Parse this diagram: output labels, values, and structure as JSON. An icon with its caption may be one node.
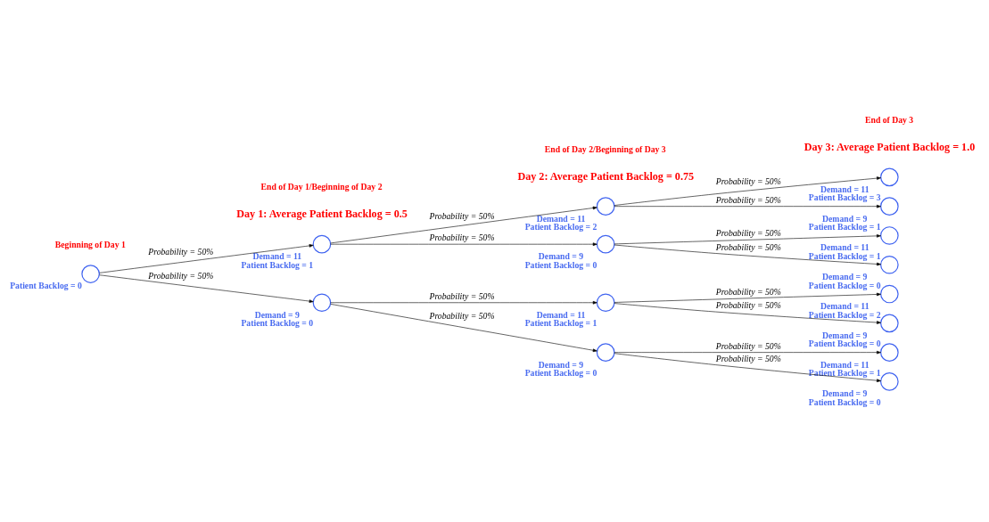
{
  "diagram": {
    "nodes": [
      {
        "text": [],
        "shape": "circle",
        "beside": [
          "Patient Backlog = 0"
        ]
      },
      {
        "text": [],
        "shape": "circle",
        "beside": [
          "Demand = 11",
          "Patient Backlog = 1"
        ]
      },
      {
        "text": [],
        "shape": "circle",
        "beside": [
          "Demand = 9",
          "Patient Backlog = 0"
        ]
      },
      {
        "text": [],
        "shape": "circle",
        "beside": [
          "Demand = 11",
          "Patient Backlog = 2"
        ]
      },
      {
        "text": [],
        "shape": "circle",
        "beside": [
          "Demand = 9",
          "Patient Backlog = 0"
        ]
      },
      {
        "text": [],
        "shape": "circle",
        "beside": [
          "Demand = 11",
          "Patient Backlog = 1"
        ]
      },
      {
        "text": [],
        "shape": "circle",
        "beside": [
          "Demand = 9",
          "Patient Backlog = 0"
        ]
      },
      {
        "text": [],
        "shape": "circle",
        "beside": [
          "Demand = 11",
          "Patient Backlog = 3"
        ]
      },
      {
        "text": [],
        "shape": "circle",
        "beside": [
          "Demand = 9",
          "Patient Backlog = 1"
        ]
      },
      {
        "text": [],
        "shape": "circle",
        "beside": [
          "Demand = 11",
          "Patient Backlog = 1"
        ]
      },
      {
        "text": [],
        "shape": "circle",
        "beside": [
          "Demand = 9",
          "Patient Backlog = 0"
        ]
      },
      {
        "text": [],
        "shape": "circle",
        "beside": [
          "Demand = 11",
          "Patient Backlog = 2"
        ]
      },
      {
        "text": [],
        "shape": "circle",
        "beside": [
          "Demand = 9",
          "Patient Backlog = 0"
        ]
      },
      {
        "text": [],
        "shape": "circle",
        "beside": [
          "Demand = 11",
          "Patient Backlog = 1"
        ]
      },
      {
        "text": [],
        "shape": "circle",
        "beside": [
          "Demand = 9",
          "Patient Backlog = 0"
        ]
      }
    ],
    "edges": [
      {
        "from": 0,
        "to": 1,
        "arrow": "to",
        "label": "Probability = 50%"
      },
      {
        "from": 0,
        "to": 2,
        "arrow": "to",
        "label": "Probability = 50%"
      },
      {
        "from": 1,
        "to": 3,
        "arrow": "to",
        "label": "Probability = 50%"
      },
      {
        "from": 1,
        "to": 4,
        "arrow": "to",
        "label": "Probability = 50%"
      },
      {
        "from": 2,
        "to": 5,
        "arrow": "to",
        "label": "Probability = 50%"
      },
      {
        "from": 2,
        "to": 6,
        "arrow": "to",
        "label": "Probability = 50%"
      },
      {
        "from": 3,
        "to": 7,
        "arrow": "to",
        "label": "Probability = 50%"
      },
      {
        "from": 3,
        "to": 8,
        "arrow": "to",
        "label": "Probability = 50%"
      },
      {
        "from": 4,
        "to": 9,
        "arrow": "to",
        "label": "Probability = 50%"
      },
      {
        "from": 4,
        "to": 10,
        "arrow": "to",
        "label": "Probability = 50%"
      },
      {
        "from": 5,
        "to": 11,
        "arrow": "to",
        "label": "Probability = 50%"
      },
      {
        "from": 5,
        "to": 12,
        "arrow": "to",
        "label": "Probability = 50%"
      },
      {
        "from": 6,
        "to": 13,
        "arrow": "to",
        "label": "Probability = 50%"
      },
      {
        "from": 6,
        "to": 14,
        "arrow": "to",
        "label": "Probability = 50%"
      }
    ],
    "labels": [
      "Day 1: Average Patient Backlog = 0.5",
      "Day 2: Average Patient Backlog = 0.75",
      "Day 3: Average Patient Backlog = 1.0",
      "Beginning of Day 1",
      "End of Day 1/Beginning of Day 2",
      "End of Day 2/Beginning of Day 3",
      "End of Day 3"
    ]
  }
}
